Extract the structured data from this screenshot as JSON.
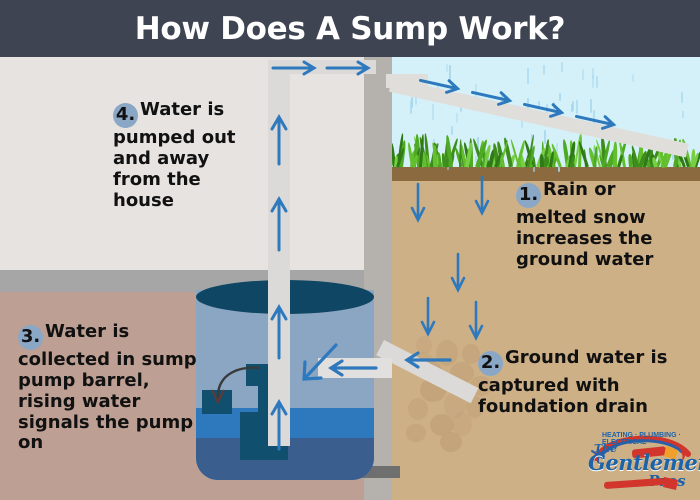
{
  "header": {
    "title": "How Does A Sump Work?",
    "bg_color": "#3f4452",
    "text_color": "#ffffff"
  },
  "palette": {
    "accent_blue": "#2e79bd",
    "arrow_blue": "#3a7cb8",
    "number_badge": "#8aa7c6",
    "barrel_dark": "#0f4663",
    "pump_dark": "#10506e",
    "soil_tan": "#ceb087",
    "topsoil_brown": "#8a6a3e",
    "basement_wall": "#e6e3e1",
    "basement_floor": "#a6a6a6",
    "basement_soil": "#bda093",
    "sky": "#d4f1f9",
    "grass_green": "#4faa23",
    "pipe_gray": "#dcdad8",
    "foundation_gray": "#b5b2ae",
    "footing_gray": "#6f6f6f",
    "logo_blue": "#1d63a8",
    "logo_red": "#d1352b"
  },
  "steps": [
    {
      "id": "step-1",
      "number": "1.",
      "text": "Rain or melted snow increases the ground water",
      "region": "outdoor-soil"
    },
    {
      "id": "step-2",
      "number": "2.",
      "text": "Ground water is captured with foundation drain",
      "region": "outdoor-soil"
    },
    {
      "id": "step-3",
      "number": "3.",
      "text": "Water is collected in sump pump barrel, rising water signals the pump on",
      "region": "basement-soil"
    },
    {
      "id": "step-4",
      "number": "4.",
      "text": "Water is pumped out and away from the house",
      "region": "basement-wall"
    }
  ],
  "diagram": {
    "components": [
      "downspout",
      "rain",
      "grass",
      "topsoil",
      "subsoil",
      "foundation-wall",
      "footing",
      "foundation-drain",
      "gravel-bed",
      "sump-barrel",
      "sump-pump",
      "float-switch",
      "discharge-pipe",
      "inlet-pipe"
    ],
    "flow_arrows": {
      "downspout_arrows": 4,
      "rain_infiltration_arrows": 5,
      "drain_inlet_arrows": 1,
      "barrel_inlet_arrows": 1,
      "barrel_fill_arrows": 1,
      "discharge_up_arrows": 3,
      "discharge_out_arrows": 2
    }
  },
  "logo": {
    "tagline": "HEATING · PLUMBING · ELECTRICAL",
    "the": "The",
    "name": "Gentlemen",
    "pros": "Pros",
    "icons": [
      "snowflake-icon",
      "flame-icon",
      "wrench-icon"
    ]
  }
}
